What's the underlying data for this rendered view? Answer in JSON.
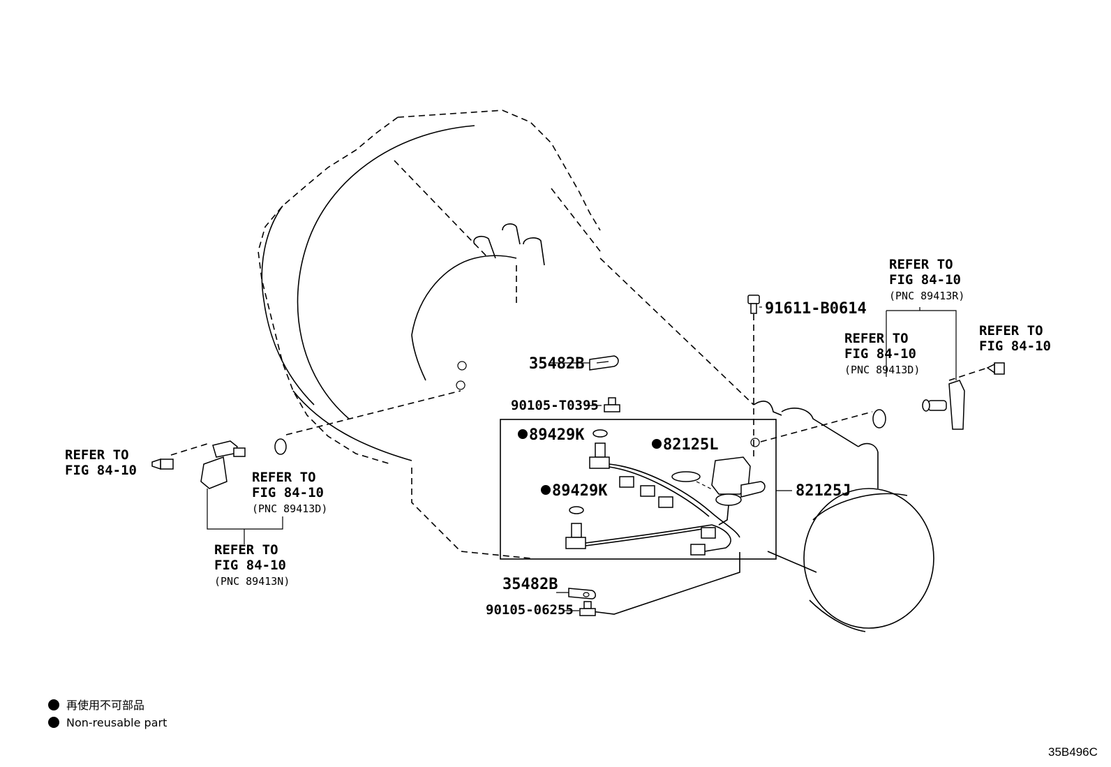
{
  "parts": {
    "p_91611": "91611-B0614",
    "p_35482_top": "35482B",
    "p_90105_t0395": "90105-T0395",
    "p_89429_top": "89429K",
    "p_82125l": "82125L",
    "p_89429_mid": "89429K",
    "p_82125j": "82125J",
    "p_35482_bot": "35482B",
    "p_90105_06255": "90105-06255"
  },
  "refer": {
    "refer_to": "REFER TO",
    "fig": "FIG 84-10",
    "pnc_89413r": "(PNC 89413R)",
    "pnc_89413d": "(PNC 89413D)",
    "pnc_89413n": "(PNC 89413N)"
  },
  "legend": {
    "japanese": "再使用不可部品",
    "english": "Non-reusable part"
  },
  "diagram_code": "35B496C"
}
